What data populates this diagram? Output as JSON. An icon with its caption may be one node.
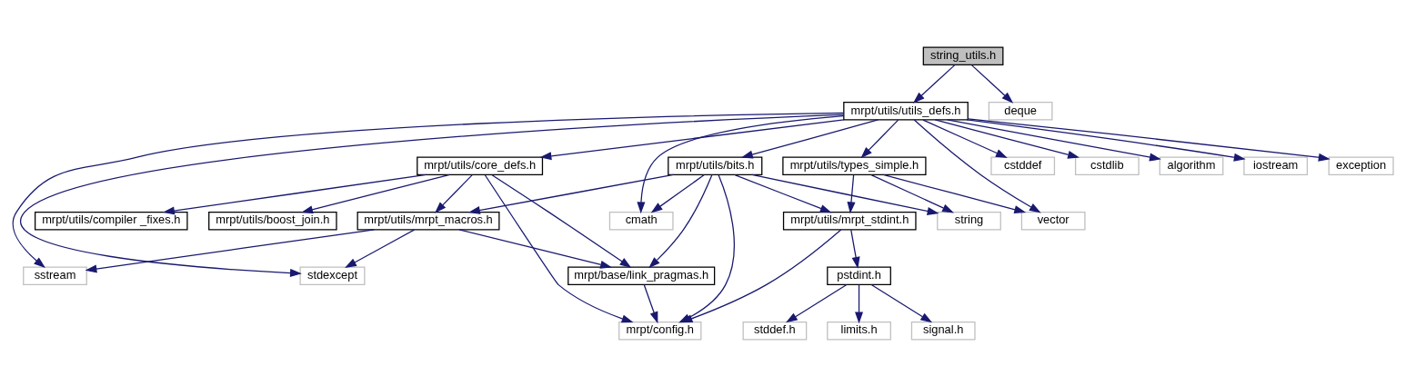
{
  "diagram": {
    "nodes": [
      {
        "text": [
          "string_utils.h"
        ]
      },
      {
        "text": [
          "mrpt/utils/utils_defs.h"
        ]
      },
      {
        "text": [
          "deque"
        ]
      },
      {
        "text": [
          "mrpt/utils/core_defs.h"
        ]
      },
      {
        "text": [
          "mrpt/utils/bits.h"
        ]
      },
      {
        "text": [
          "mrpt/utils/types_simple.h"
        ]
      },
      {
        "text": [
          "cstddef"
        ]
      },
      {
        "text": [
          "cstdlib"
        ]
      },
      {
        "text": [
          "algorithm"
        ]
      },
      {
        "text": [
          "iostream"
        ]
      },
      {
        "text": [
          "exception"
        ]
      },
      {
        "text": [
          "mrpt/utils/compiler _fixes.h"
        ]
      },
      {
        "text": [
          "mrpt/utils/boost_join.h"
        ]
      },
      {
        "text": [
          "mrpt/utils/mrpt_macros.h"
        ]
      },
      {
        "text": [
          "cmath"
        ]
      },
      {
        "text": [
          "mrpt/utils/mrpt_stdint.h"
        ]
      },
      {
        "text": [
          "string"
        ]
      },
      {
        "text": [
          "vector"
        ]
      },
      {
        "text": [
          "sstream"
        ]
      },
      {
        "text": [
          "stdexcept"
        ]
      },
      {
        "text": [
          "mrpt/base/link_pragmas.h"
        ]
      },
      {
        "text": [
          "pstdint.h"
        ]
      },
      {
        "text": [
          "mrpt/config.h"
        ]
      },
      {
        "text": [
          "signal.h"
        ]
      },
      {
        "text": [
          "stddef.h"
        ]
      },
      {
        "text": [
          "limits.h"
        ]
      }
    ],
    "edges": [
      {
        "from": 0,
        "to": 1,
        "arrow": "to"
      },
      {
        "from": 0,
        "to": 2,
        "arrow": "to"
      },
      {
        "from": 1,
        "to": 18,
        "arrow": "to"
      },
      {
        "from": 1,
        "to": 19,
        "arrow": "to"
      },
      {
        "from": 1,
        "to": 3,
        "arrow": "to"
      },
      {
        "from": 1,
        "to": 14,
        "arrow": "to"
      },
      {
        "from": 1,
        "to": 4,
        "arrow": "to"
      },
      {
        "from": 1,
        "to": 5,
        "arrow": "to"
      },
      {
        "from": 1,
        "to": 17,
        "arrow": "to"
      },
      {
        "from": 1,
        "to": 6,
        "arrow": "to"
      },
      {
        "from": 1,
        "to": 7,
        "arrow": "to"
      },
      {
        "from": 1,
        "to": 8,
        "arrow": "to"
      },
      {
        "from": 1,
        "to": 9,
        "arrow": "to"
      },
      {
        "from": 1,
        "to": 10,
        "arrow": "to"
      },
      {
        "from": 3,
        "to": 11,
        "arrow": "to"
      },
      {
        "from": 3,
        "to": 12,
        "arrow": "to"
      },
      {
        "from": 3,
        "to": 13,
        "arrow": "to"
      },
      {
        "from": 3,
        "to": 22,
        "arrow": "to"
      },
      {
        "from": 3,
        "to": 20,
        "arrow": "to"
      },
      {
        "from": 4,
        "to": 13,
        "arrow": "to"
      },
      {
        "from": 4,
        "to": 14,
        "arrow": "to"
      },
      {
        "from": 4,
        "to": 20,
        "arrow": "to"
      },
      {
        "from": 4,
        "to": 22,
        "arrow": "to"
      },
      {
        "from": 4,
        "to": 15,
        "arrow": "to"
      },
      {
        "from": 4,
        "to": 16,
        "arrow": "to"
      },
      {
        "from": 5,
        "to": 15,
        "arrow": "to"
      },
      {
        "from": 5,
        "to": 16,
        "arrow": "to"
      },
      {
        "from": 5,
        "to": 17,
        "arrow": "to"
      },
      {
        "from": 13,
        "to": 18,
        "arrow": "to"
      },
      {
        "from": 13,
        "to": 19,
        "arrow": "to"
      },
      {
        "from": 13,
        "to": 20,
        "arrow": "to"
      },
      {
        "from": 20,
        "to": 22,
        "arrow": "to"
      },
      {
        "from": 15,
        "to": 22,
        "arrow": "to"
      },
      {
        "from": 15,
        "to": 21,
        "arrow": "to"
      },
      {
        "from": 21,
        "to": 23,
        "arrow": "to"
      },
      {
        "from": 21,
        "to": 24,
        "arrow": "to"
      },
      {
        "from": 21,
        "to": 25,
        "arrow": "to"
      }
    ]
  }
}
